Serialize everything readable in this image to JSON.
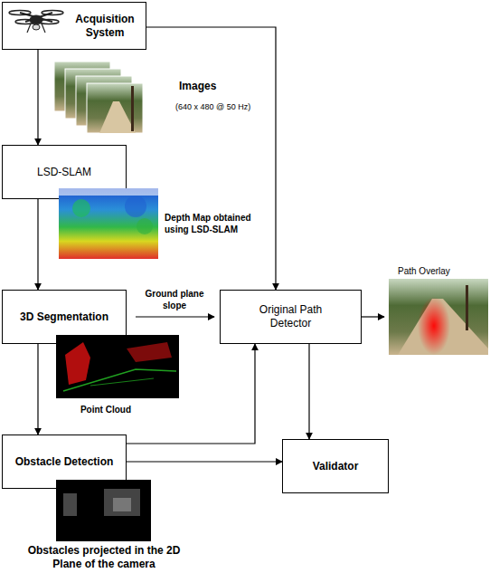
{
  "diagram": {
    "nodes": [
      {
        "text": [
          "Acquisition System"
        ]
      },
      {
        "text": [
          "LSD-SLAM"
        ]
      },
      {
        "text": [
          "3D Segmentation"
        ]
      },
      {
        "text": [
          "Obstacle Detection"
        ]
      },
      {
        "text": [
          "Original Path Detector"
        ]
      },
      {
        "text": [
          "Validator"
        ]
      }
    ],
    "edges": [
      {
        "from": 0,
        "to": 1,
        "arrow": "to"
      },
      {
        "from": 0,
        "to": 4,
        "arrow": "to"
      },
      {
        "from": 1,
        "to": 2,
        "arrow": "to"
      },
      {
        "from": 2,
        "to": 4,
        "label": "Ground plane slope",
        "arrow": "to"
      },
      {
        "from": 2,
        "to": 3,
        "arrow": "to"
      },
      {
        "from": 3,
        "to": 4,
        "arrow": "to"
      },
      {
        "from": 3,
        "to": 5,
        "arrow": "to"
      },
      {
        "from": 4,
        "to": 5,
        "arrow": "to"
      }
    ],
    "labels": [
      "Images",
      "(640 x 480 @ 50 Hz)",
      "Depth Map obtained using LSD-SLAM",
      "Point Cloud",
      "Path Overlay",
      "Obstacles projected in the 2D Plane of the camera"
    ]
  }
}
